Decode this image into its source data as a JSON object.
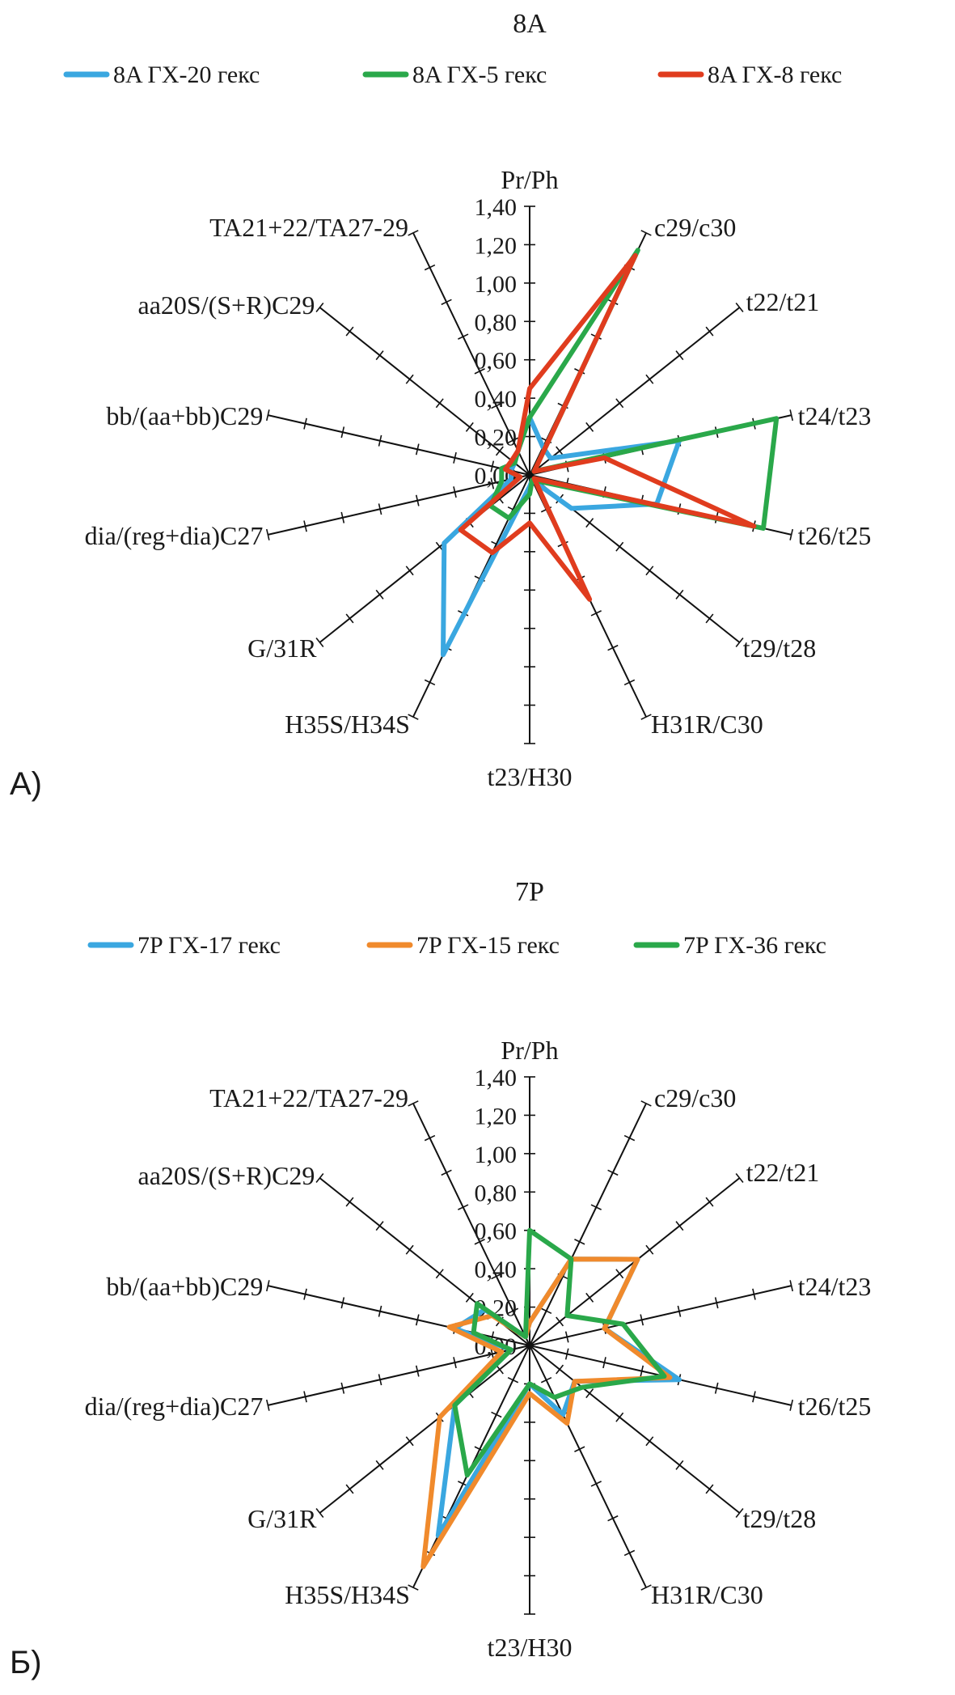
{
  "chart_data": [
    {
      "type": "radar",
      "title": "8A",
      "panel_label": "А)",
      "axes": [
        "Pr/Ph",
        "c29/c30",
        "t22/t21",
        "t24/t23",
        "t26/t25",
        "t29/t28",
        "H31R/C30",
        "t23/H30",
        "H35S/H34S",
        "G/31R",
        "dia/(reg+dia)C27",
        "bb/(aa+bb)C29",
        "aa20S/(S+R)C29",
        "TA21+22/TA27-29"
      ],
      "radial_ticks": [
        "0,00",
        "0,20",
        "0,40",
        "0,60",
        "0,80",
        "1,00",
        "1,20",
        "1,40"
      ],
      "rmax": 1.4,
      "legend_position": "top",
      "series": [
        {
          "name": "8A ГХ-20 гекс",
          "color": "#3aa7e0",
          "values": [
            0.3,
            0.16,
            0.14,
            0.8,
            0.68,
            0.28,
            0.03,
            0.06,
            1.04,
            0.57,
            0.1,
            0.1,
            0.1,
            0.14
          ]
        },
        {
          "name": "8A ГХ-5 гекс",
          "color": "#2aa84a",
          "values": [
            0.3,
            1.3,
            0.03,
            1.32,
            1.25,
            0.05,
            0.03,
            0.1,
            0.25,
            0.26,
            0.15,
            0.15,
            0.1,
            0.14
          ]
        },
        {
          "name": "8A ГХ-8 гекс",
          "color": "#e03c1e",
          "values": [
            0.45,
            1.27,
            0.03,
            0.4,
            1.2,
            0.03,
            0.72,
            0.25,
            0.45,
            0.46,
            0.05,
            0.13,
            0.12,
            0.14
          ]
        }
      ]
    },
    {
      "type": "radar",
      "title": "7P",
      "panel_label": "Б)",
      "axes": [
        "Pr/Ph",
        "c29/c30",
        "t22/t21",
        "t24/t23",
        "t26/t25",
        "t29/t28",
        "H31R/C30",
        "t23/H30",
        "H35S/H34S",
        "G/31R",
        "dia/(reg+dia)C27",
        "bb/(aa+bb)C29",
        "aa20S/(S+R)C29",
        "TA21+22/TA27-29"
      ],
      "radial_ticks": [
        "0,00",
        "0,20",
        "0,40",
        "0,60",
        "0,80",
        "1,00",
        "1,20",
        "1,40"
      ],
      "rmax": 1.4,
      "legend_position": "top",
      "series": [
        {
          "name": "7P ГХ-17 гекс",
          "color": "#3aa7e0",
          "values": [
            0.12,
            0.5,
            0.72,
            0.4,
            0.8,
            0.3,
            0.4,
            0.2,
            1.1,
            0.5,
            0.1,
            0.4,
            0.3,
            0.05
          ]
        },
        {
          "name": "7P ГХ-15 гекс",
          "color": "#f08a2c",
          "values": [
            0.12,
            0.5,
            0.72,
            0.4,
            0.75,
            0.3,
            0.45,
            0.25,
            1.28,
            0.6,
            0.15,
            0.43,
            0.25,
            0.05
          ]
        },
        {
          "name": "7P ГХ-36 гекс",
          "color": "#2aa84a",
          "values": [
            0.6,
            0.5,
            0.25,
            0.5,
            0.72,
            0.35,
            0.3,
            0.2,
            0.75,
            0.5,
            0.1,
            0.3,
            0.35,
            0.05
          ]
        }
      ]
    }
  ]
}
